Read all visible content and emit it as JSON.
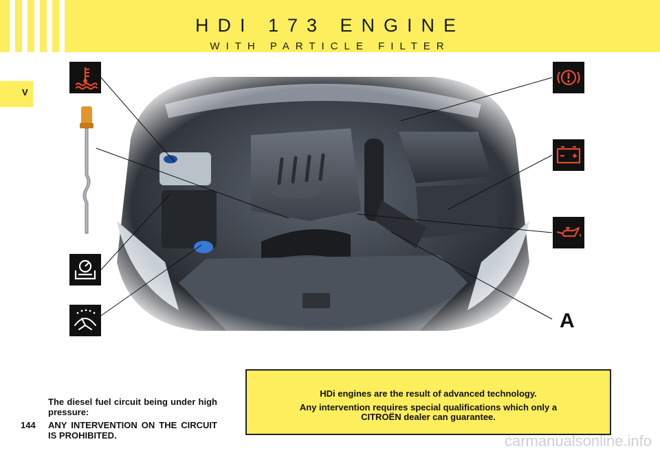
{
  "header": {
    "title": "HDI 173 ENGINE",
    "subtitle": "WITH PARTICLE FILTER",
    "band_color": "#fcee5c"
  },
  "chapter_tab": {
    "label": "V"
  },
  "page_number": "144",
  "diagram": {
    "label_a": "A",
    "icons": [
      "coolant-temperature-icon",
      "dipstick-icon",
      "power-steering-fluid-icon",
      "windscreen-washer-icon",
      "brake-warning-icon",
      "battery-icon",
      "oil-pressure-icon"
    ]
  },
  "warning": {
    "line1": "The diesel fuel circuit being under high pressure:",
    "line2": "ANY INTERVENTION ON THE CIRCUIT IS PROHIBITED."
  },
  "notice": {
    "line1": "HDi engines are the result of advanced technology.",
    "line2": "Any intervention requires special qualifications which only a CITROËN dealer can guarantee."
  },
  "watermark": "carmanualsonline.info"
}
